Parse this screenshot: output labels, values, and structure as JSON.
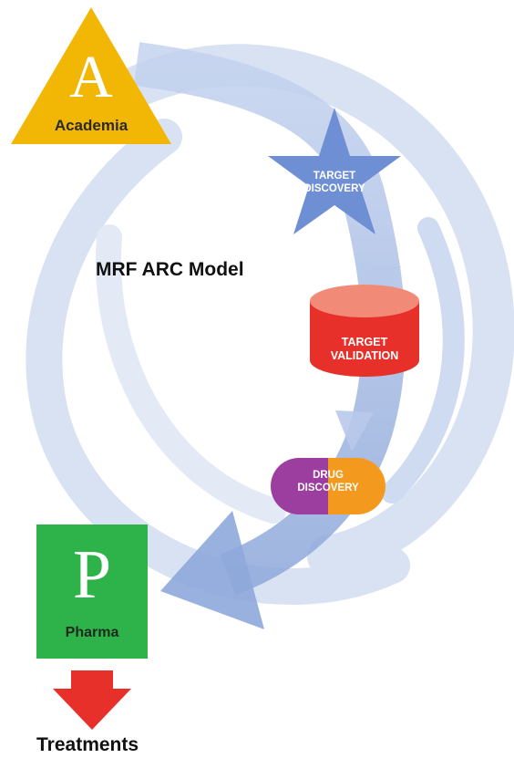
{
  "title": "MRF ARC Model",
  "academia": {
    "letter": "A",
    "label": "Academia",
    "color": "#f2b704"
  },
  "stages": [
    {
      "id": "target-discovery",
      "lines": [
        "TARGET",
        "DISCOVERY"
      ],
      "color": "#6f8fd4"
    },
    {
      "id": "target-validation",
      "lines": [
        "TARGET",
        "VALIDATION"
      ],
      "color": "#e8302b"
    },
    {
      "id": "drug-discovery",
      "lines": [
        "DRUG",
        "DISCOVERY"
      ],
      "colors": [
        "#9b3ea0",
        "#f39a1e"
      ]
    }
  ],
  "pharma": {
    "letter": "P",
    "label": "Pharma",
    "color": "#2db34a"
  },
  "outcome": {
    "label": "Treatments",
    "arrow_color": "#e8302b"
  },
  "swirl_color": "#a9bde0"
}
